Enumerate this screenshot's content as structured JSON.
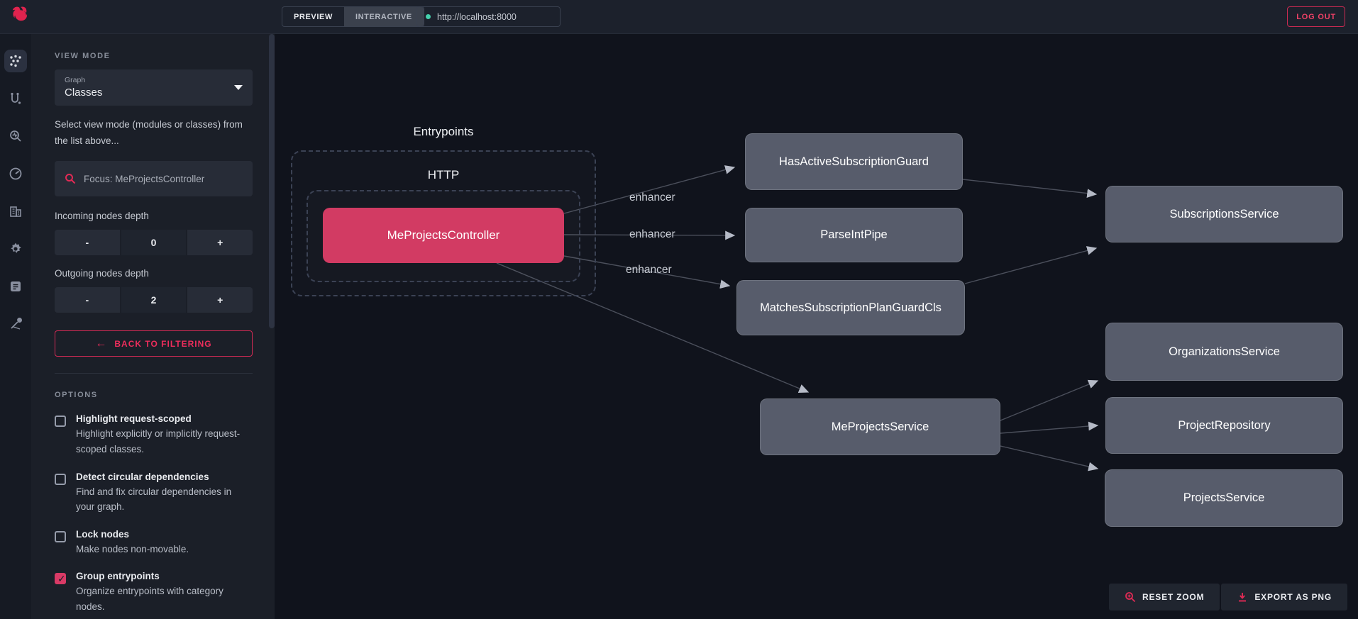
{
  "topbar": {
    "tabs": [
      {
        "label": "PREVIEW"
      },
      {
        "label": "INTERACTIVE"
      }
    ],
    "url": "http://localhost:8000",
    "logout_label": "LOG OUT"
  },
  "rail": {
    "icons": [
      "graph-icon",
      "routes-icon",
      "inspect-icon",
      "gauge-icon",
      "modules-icon",
      "settings-icon",
      "logs-icon",
      "tools-icon"
    ]
  },
  "sidebar": {
    "view_mode": {
      "section_title": "VIEW MODE",
      "select_label": "Graph",
      "select_value": "Classes",
      "description": "Select view mode (modules or classes) from the list above..."
    },
    "focus_value": "Focus: MeProjectsController",
    "incoming": {
      "label": "Incoming nodes depth",
      "minus": "-",
      "value": "0",
      "plus": "+"
    },
    "outgoing": {
      "label": "Outgoing nodes depth",
      "minus": "-",
      "value": "2",
      "plus": "+"
    },
    "back_button": {
      "arrow": "←",
      "label": "BACK TO FILTERING"
    },
    "options": {
      "section_title": "OPTIONS",
      "items": [
        {
          "title": "Highlight request-scoped",
          "desc": "Highlight explicitly or implicitly request-scoped classes.",
          "checked": false
        },
        {
          "title": "Detect circular dependencies",
          "desc": "Find and fix circular dependencies in your graph.",
          "checked": false
        },
        {
          "title": "Lock nodes",
          "desc": "Make nodes non-movable.",
          "checked": false
        },
        {
          "title": "Group entrypoints",
          "desc": "Organize entrypoints with category nodes.",
          "checked": true
        }
      ]
    }
  },
  "graph": {
    "groups": [
      {
        "label": "Entrypoints"
      },
      {
        "label": "HTTP"
      }
    ],
    "nodes": [
      {
        "label": "MeProjectsController",
        "type": "controller"
      },
      {
        "label": "HasActiveSubscriptionGuard"
      },
      {
        "label": "ParseIntPipe"
      },
      {
        "label": "MatchesSubscriptionPlanGuardCls"
      },
      {
        "label": "SubscriptionsService"
      },
      {
        "label": "MeProjectsService"
      },
      {
        "label": "OrganizationsService"
      },
      {
        "label": "ProjectRepository"
      },
      {
        "label": "ProjectsService"
      }
    ],
    "edge_labels": [
      "enhancer",
      "enhancer",
      "enhancer"
    ],
    "controls": [
      {
        "label": "RESET ZOOM"
      },
      {
        "label": "EXPORT AS PNG"
      }
    ]
  },
  "colors": {
    "accent": "#e02a55",
    "node_pink": "#d23b63",
    "node_gray": "#575c6b",
    "status_dot": "#45d0ac",
    "canvas_bg": "#10131c",
    "sidebar_bg": "#1b1f28"
  }
}
